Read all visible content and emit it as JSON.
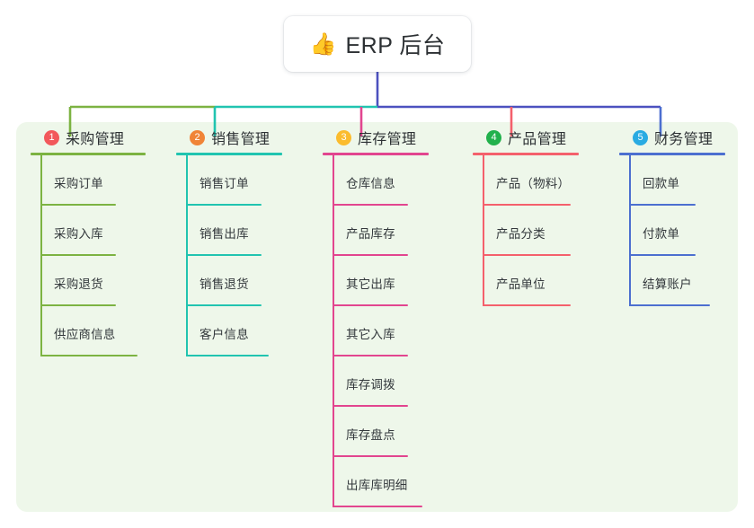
{
  "root": {
    "emoji": "👍",
    "emoji_name": "thumbs-up-icon",
    "title": "ERP 后台"
  },
  "colors": {
    "panel_background": "#eef7ea",
    "page_background": "#ffffff",
    "root_connector": "#4c51bf",
    "text": "#2d3134"
  },
  "columns": [
    {
      "number": "1",
      "title": "采购管理",
      "badge_color": "#f2585b",
      "line_color": "#7cb342",
      "connector_color": "#7cb342",
      "items": [
        {
          "label": "采购订单"
        },
        {
          "label": "采购入库"
        },
        {
          "label": "采购退货"
        },
        {
          "label": "供应商信息"
        }
      ]
    },
    {
      "number": "2",
      "title": "销售管理",
      "badge_color": "#f08437",
      "line_color": "#21c4b0",
      "connector_color": "#21c4b0",
      "items": [
        {
          "label": "销售订单"
        },
        {
          "label": "销售出库"
        },
        {
          "label": "销售退货"
        },
        {
          "label": "客户信息"
        }
      ]
    },
    {
      "number": "3",
      "title": "库存管理",
      "badge_color": "#fbbc2e",
      "line_color": "#e2458f",
      "connector_color": "#e2458f",
      "items": [
        {
          "label": "仓库信息"
        },
        {
          "label": "产品库存"
        },
        {
          "label": "其它出库"
        },
        {
          "label": "其它入库"
        },
        {
          "label": "库存调拨"
        },
        {
          "label": "库存盘点"
        },
        {
          "label": "出库库明细"
        }
      ]
    },
    {
      "number": "4",
      "title": "产品管理",
      "badge_color": "#22b14c",
      "line_color": "#f4606c",
      "connector_color": "#f4606c",
      "items": [
        {
          "label": "产品（物料）"
        },
        {
          "label": "产品分类"
        },
        {
          "label": "产品单位"
        }
      ]
    },
    {
      "number": "5",
      "title": "财务管理",
      "badge_color": "#29abe2",
      "line_color": "#4c6fd0",
      "connector_color": "#4c6fd0",
      "items": [
        {
          "label": "回款单"
        },
        {
          "label": "付款单"
        },
        {
          "label": "结算账户"
        }
      ]
    }
  ]
}
